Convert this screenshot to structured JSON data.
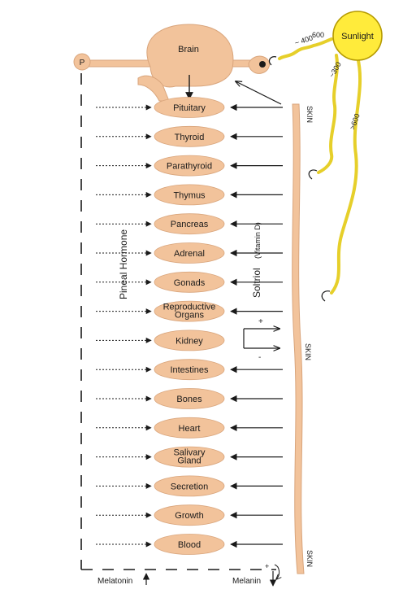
{
  "colors": {
    "organ_fill": "#f2c39b",
    "skin_fill": "#f2c39b",
    "skin_stroke": "#d9a57c",
    "sun_fill": "#ffeb3b",
    "sun_stroke": "#b59a00",
    "ray_fill": "#f7e23a",
    "line": "#1a1a1a"
  },
  "brain": {
    "label": "Brain",
    "p_label": "P"
  },
  "sunlight": {
    "label": "Sunlight",
    "wavelengths": [
      "~ 400",
      "600",
      "~300",
      ">600"
    ]
  },
  "organs": [
    {
      "label": "Pituitary"
    },
    {
      "label": "Thyroid"
    },
    {
      "label": "Parathyroid"
    },
    {
      "label": "Thymus"
    },
    {
      "label": "Pancreas"
    },
    {
      "label": "Adrenal"
    },
    {
      "label": "Gonads"
    },
    {
      "label": "Reproductive\nOrgans"
    },
    {
      "label": "Kidney"
    },
    {
      "label": "Intestines"
    },
    {
      "label": "Bones"
    },
    {
      "label": "Heart"
    },
    {
      "label": "Salivary\nGland"
    },
    {
      "label": "Secretion"
    },
    {
      "label": "Growth"
    },
    {
      "label": "Blood"
    }
  ],
  "labels": {
    "pineal_hormone": "Pineal Hormone",
    "soltriol": "Soltriol",
    "vitamin_d": "(Vitamin D)",
    "skin": "SKIN",
    "melatonin": "Melatonin",
    "melanin": "Melanin",
    "plus": "+",
    "minus": "-"
  }
}
